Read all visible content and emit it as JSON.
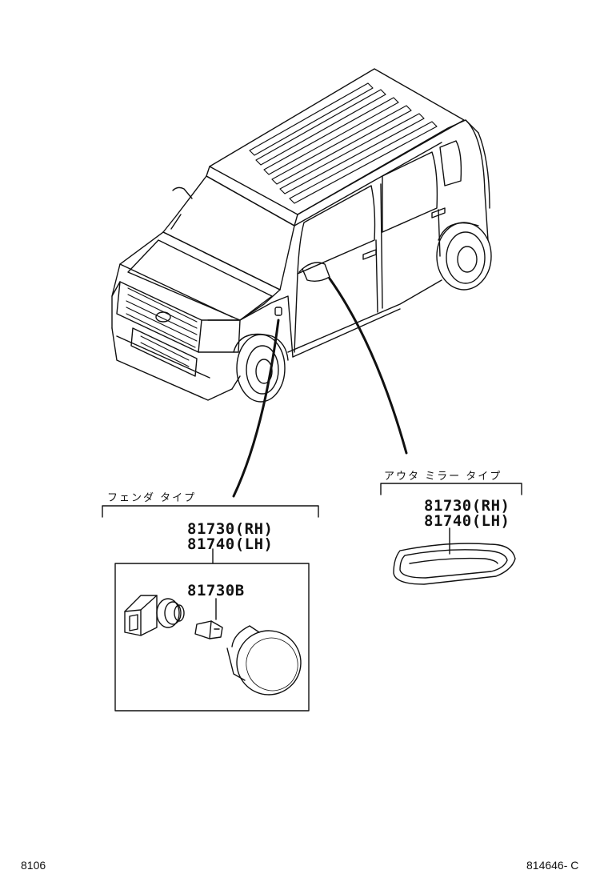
{
  "fender_group": {
    "title": "フェンダ タイプ",
    "part_rh": "81730(RH)",
    "part_lh": "81740(LH)",
    "bulb_part": "81730B"
  },
  "mirror_group": {
    "title": "アウタ ミラー タイプ",
    "part_rh": "81730(RH)",
    "part_lh": "81740(LH)"
  },
  "footer": {
    "left_code": "8106",
    "right_code": "814646- C"
  },
  "colors": {
    "ink": "#111111",
    "background": "#ffffff"
  }
}
